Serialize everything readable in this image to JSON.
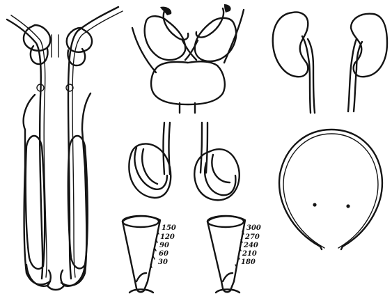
{
  "colors": {
    "ink": "#141414",
    "paper": "#ffffff"
  },
  "beakers": [
    {
      "id": "beaker-1",
      "marks": [
        "150",
        "120",
        "90",
        "60",
        "30"
      ]
    },
    {
      "id": "beaker-2",
      "marks": [
        "300",
        "270",
        "240",
        "210",
        "180"
      ]
    }
  ]
}
